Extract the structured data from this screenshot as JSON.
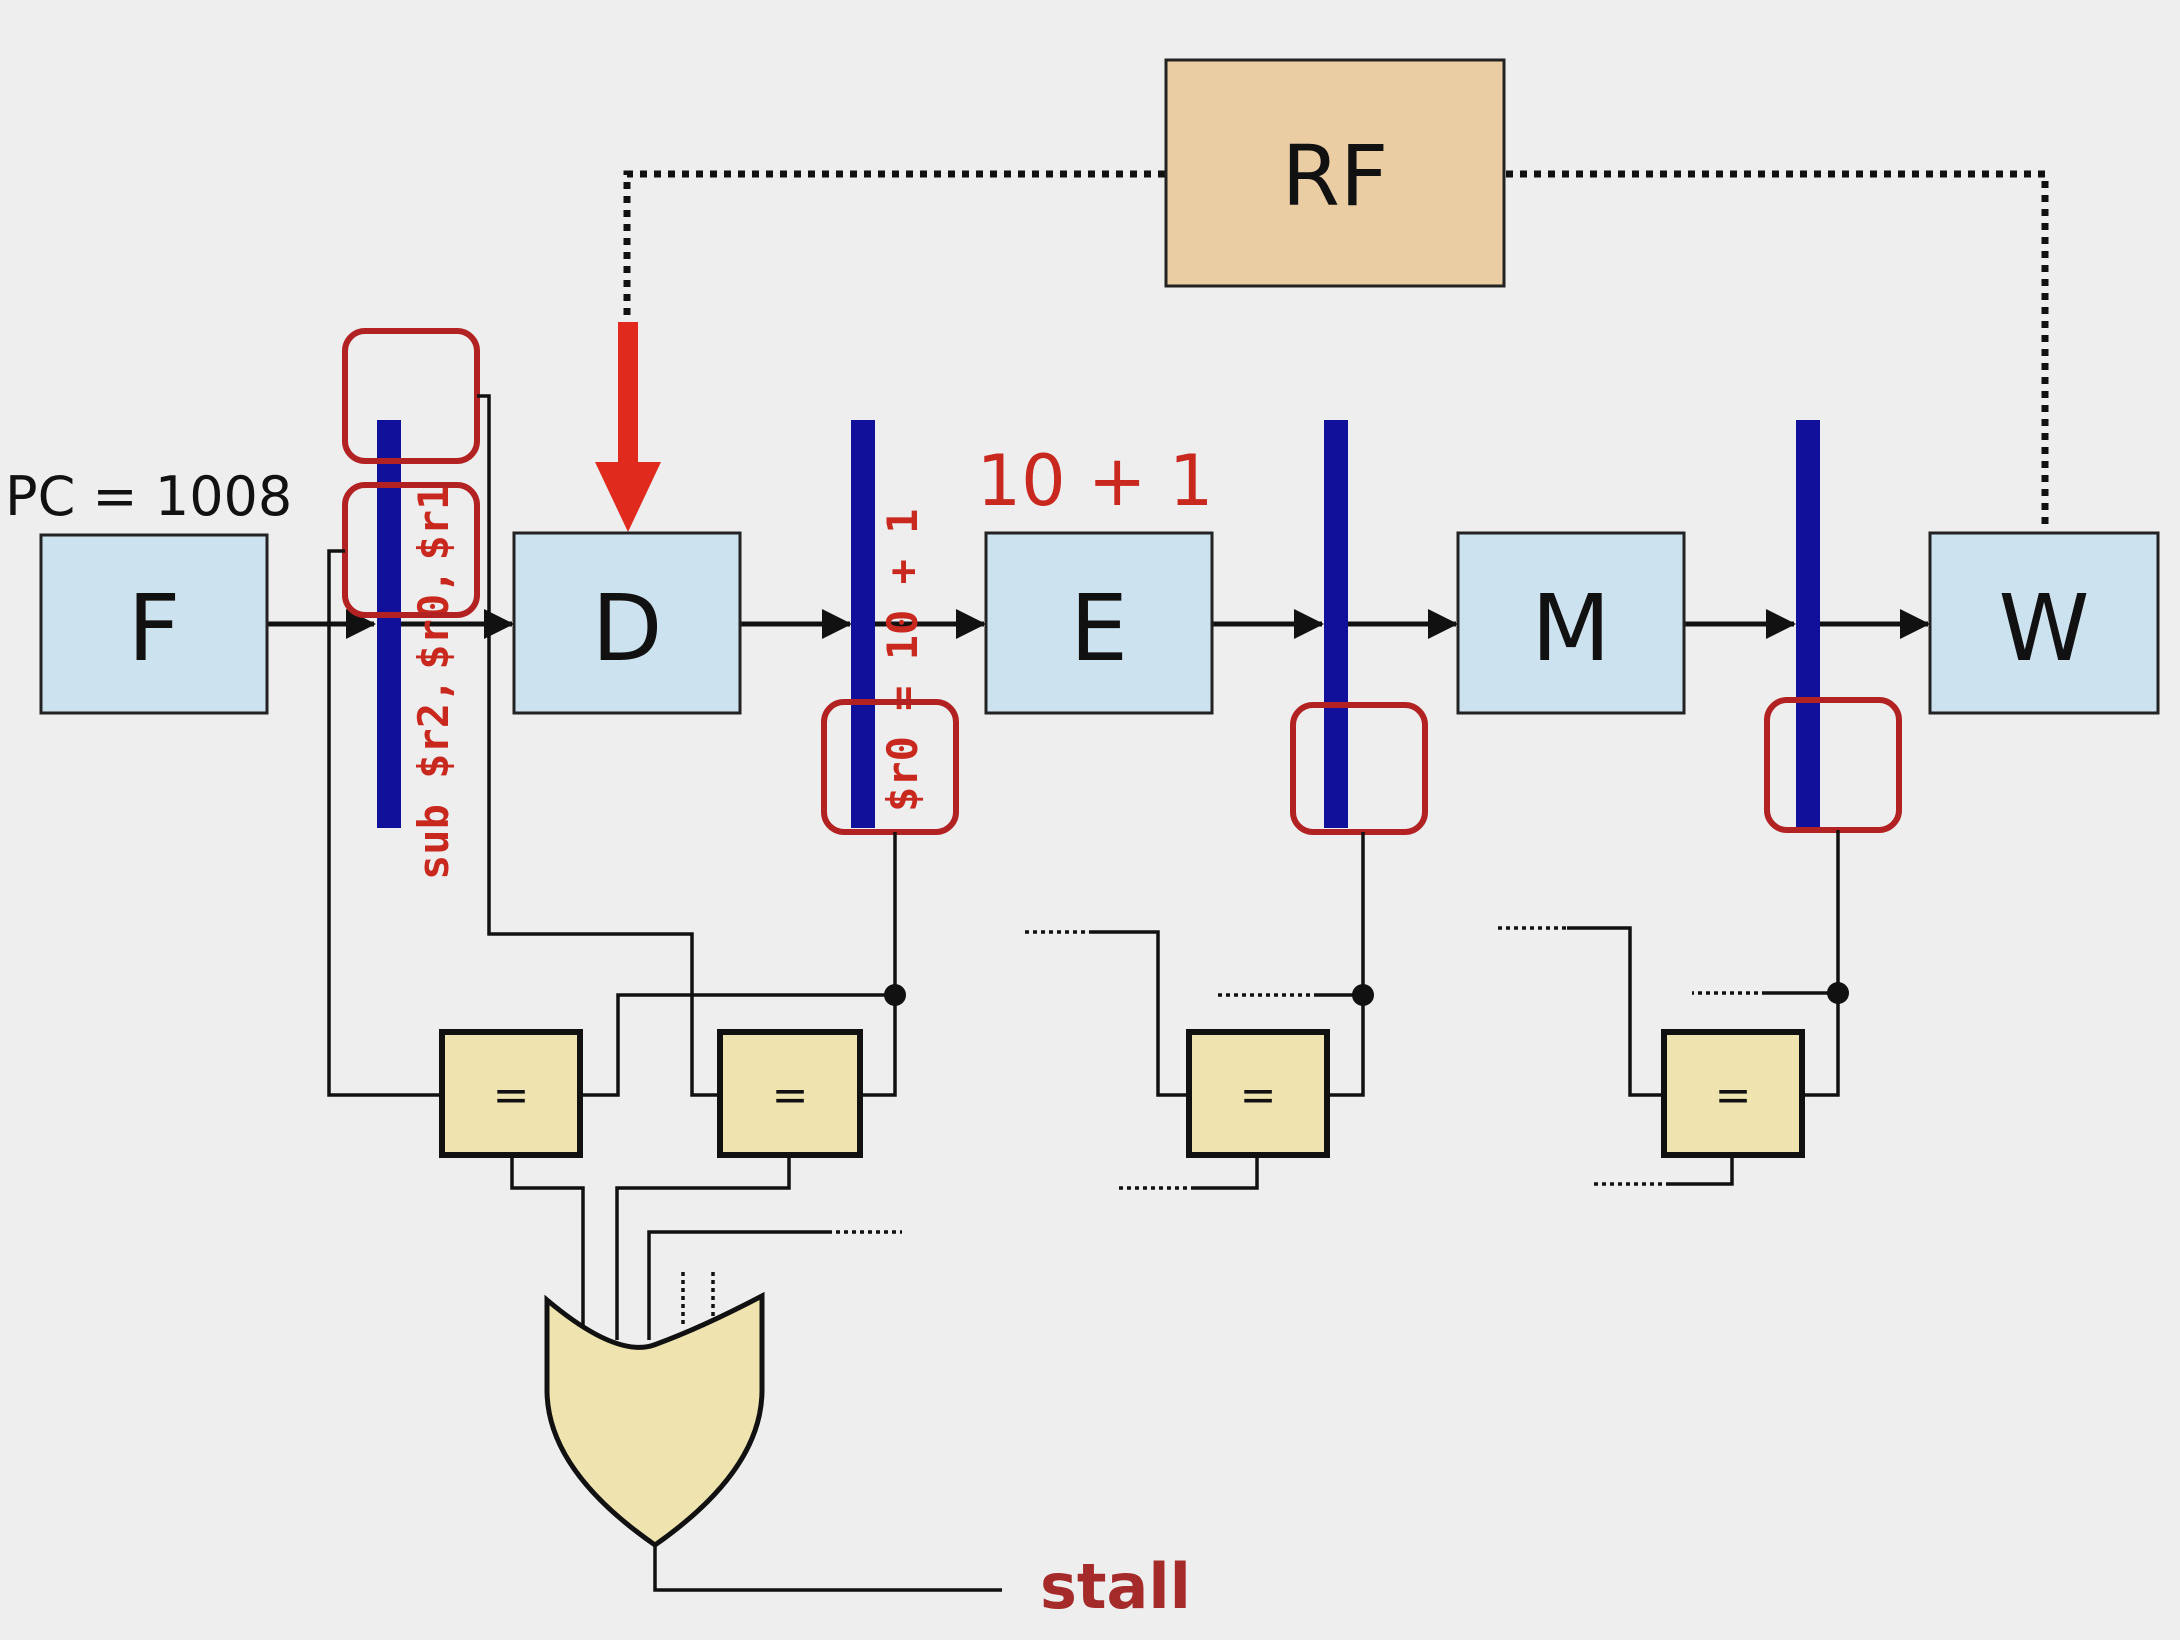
{
  "register_file": {
    "label": "RF"
  },
  "program_counter": {
    "label": "PC = 1008"
  },
  "stages": [
    {
      "id": "fetch",
      "label": "F"
    },
    {
      "id": "decode",
      "label": "D"
    },
    {
      "id": "execute",
      "label": "E"
    },
    {
      "id": "memory",
      "label": "M"
    },
    {
      "id": "writeback",
      "label": "W"
    }
  ],
  "annotations": {
    "fd_instruction": "sub $r2,",
    "fd_src1": "$r0,",
    "fd_src2": "$r1",
    "de_dest": "$r0",
    "de_value": " = 10 + 1",
    "execute_value": "10 + 1"
  },
  "comparator": {
    "label": "="
  },
  "output": {
    "label": "stall"
  },
  "colors": {
    "background": "#eeeeee",
    "stage_fill": "#cde2ef",
    "register_file_fill": "#ebcda4",
    "pipeline_register": "#10109a",
    "highlight": "#b22222",
    "comparator_fill": "#efe3b0",
    "annotation_red": "#c8281e",
    "stall_text": "#a52a2a"
  }
}
